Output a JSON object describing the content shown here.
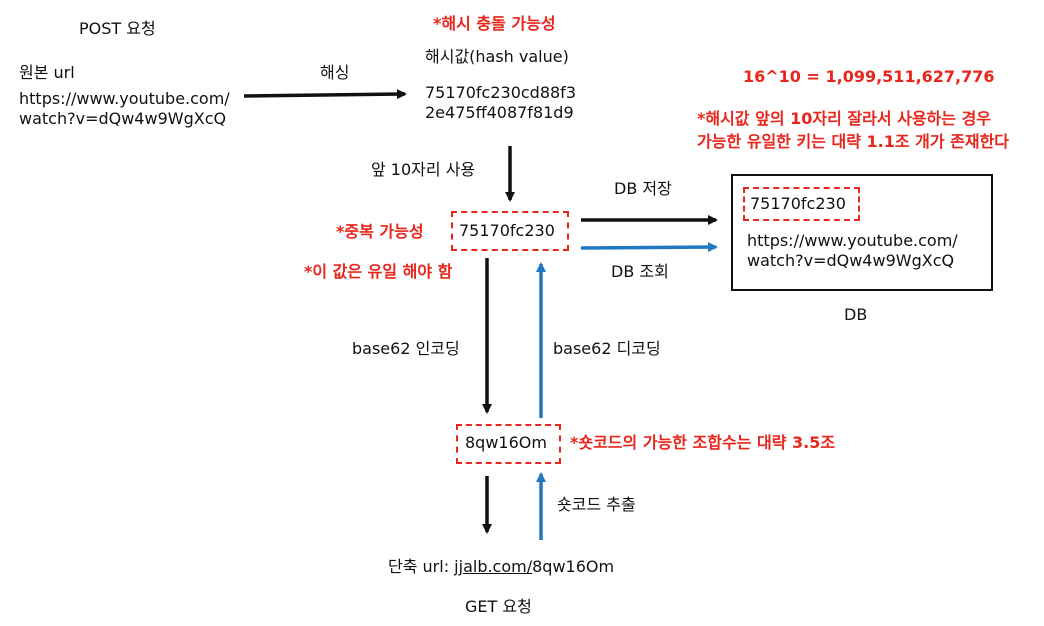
{
  "post_request": "POST 요청",
  "original_url": {
    "label": "원본 url",
    "line1": "https://www.youtube.com/",
    "line2": "watch?v=dQw4w9WgXcQ"
  },
  "hashing_label": "해싱",
  "hash_collision_note": "*해시 충돌 가능성",
  "hash_value": {
    "label": "해시값(hash value)",
    "line1": "75170fc230cd88f3",
    "line2": "2e475ff4087f81d9"
  },
  "formula": "16^10 = 1,099,511,627,776",
  "key_note": {
    "line1": "*해시값 앞의 10자리 잘라서 사용하는 경우",
    "line2": "가능한 유일한 키는 대략 1.1조 개가 존재한다"
  },
  "use_first10_label": "앞 10자리 사용",
  "dup_note": "*중복 가능성",
  "short_hash": "75170fc230",
  "unique_note": "*이 값은 유일 해야 함",
  "db_store_label": "DB 저장",
  "db_lookup_label": "DB 조회",
  "db": {
    "key": "75170fc230",
    "url_line1": "https://www.youtube.com/",
    "url_line2": "watch?v=dQw4w9WgXcQ",
    "caption": "DB"
  },
  "base62_encoding_label": "base62 인코딩",
  "base62_decoding_label": "base62 디코딩",
  "short_code": "8qw16Om",
  "combo_note": "*숏코드의 가능한 조합수는 대략 3.5조",
  "short_code_extract_label": "숏코드 추출",
  "short_url": {
    "label": "단축 url: ",
    "domain": "jjalb.com/",
    "code": "8qw16Om"
  },
  "get_request": "GET 요청",
  "colors": {
    "red": "#e8261c",
    "blue": "#1f78c1",
    "black": "#111111"
  }
}
